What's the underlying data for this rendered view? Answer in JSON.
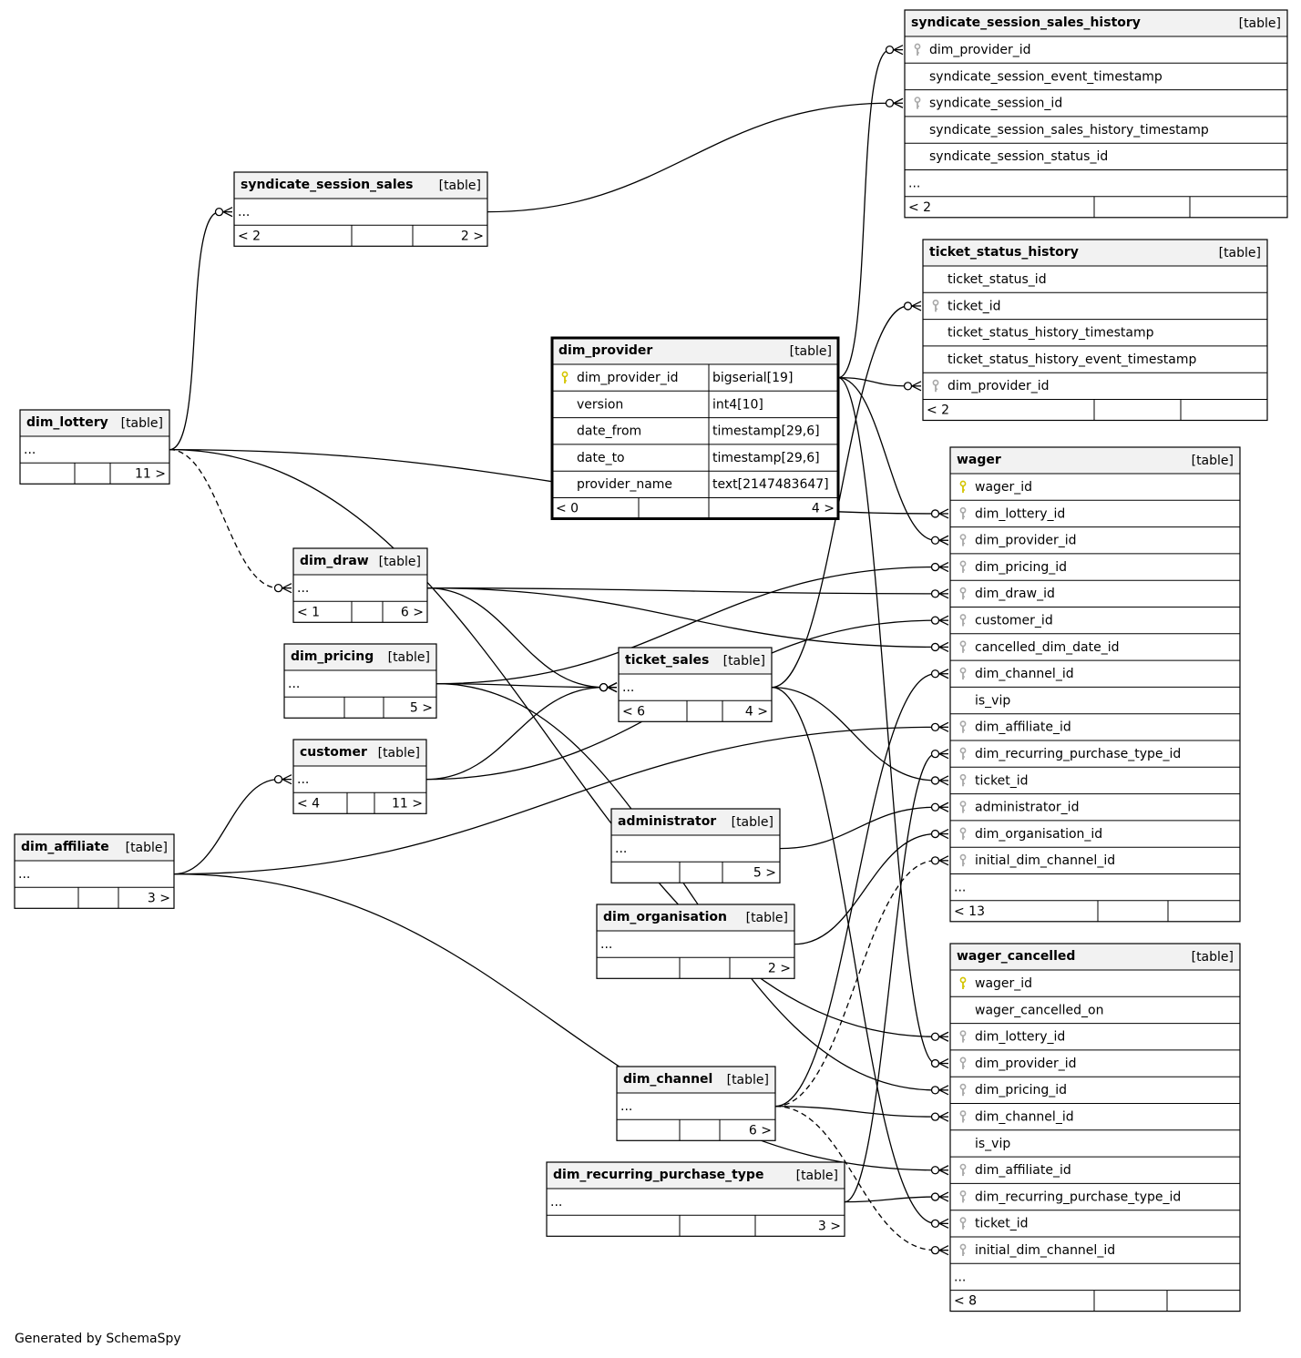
{
  "footer": "Generated by SchemaSpy",
  "icons": {
    "pk": "yellow-key-icon",
    "fk": "gray-key-icon",
    "crow": "crows-foot-icon"
  },
  "tables": [
    {
      "id": "syndicate_session_sales_history",
      "name": "syndicate_session_sales_history",
      "tag": "[table]",
      "rows": [
        {
          "n": "dim_provider_id",
          "k": "fk"
        },
        {
          "n": "syndicate_session_event_timestamp"
        },
        {
          "n": "syndicate_session_id",
          "k": "fk"
        },
        {
          "n": "syndicate_session_sales_history_timestamp"
        },
        {
          "n": "syndicate_session_status_id"
        },
        {
          "n": "..."
        }
      ],
      "footer": [
        "< 2",
        "",
        ""
      ]
    },
    {
      "id": "syndicate_session_sales",
      "name": "syndicate_session_sales",
      "tag": "[table]",
      "rows": [
        {
          "n": "..."
        }
      ],
      "footer": [
        "< 2",
        "",
        "2 >"
      ]
    },
    {
      "id": "ticket_status_history",
      "name": "ticket_status_history",
      "tag": "[table]",
      "rows": [
        {
          "n": "ticket_status_id"
        },
        {
          "n": "ticket_id",
          "k": "fk"
        },
        {
          "n": "ticket_status_history_timestamp"
        },
        {
          "n": "ticket_status_history_event_timestamp"
        },
        {
          "n": "dim_provider_id",
          "k": "fk"
        }
      ],
      "footer": [
        "< 2",
        "",
        ""
      ]
    },
    {
      "id": "dim_provider",
      "name": "dim_provider",
      "tag": "[table]",
      "bold": true,
      "rows": [
        {
          "n": "dim_provider_id",
          "k": "pk",
          "t": "bigserial[19]"
        },
        {
          "n": "version",
          "t": "int4[10]"
        },
        {
          "n": "date_from",
          "t": "timestamp[29,6]"
        },
        {
          "n": "date_to",
          "t": "timestamp[29,6]"
        },
        {
          "n": "provider_name",
          "t": "text[2147483647]"
        }
      ],
      "footer": [
        "< 0",
        "",
        "4 >"
      ]
    },
    {
      "id": "dim_lottery",
      "name": "dim_lottery",
      "tag": "[table]",
      "rows": [
        {
          "n": "..."
        }
      ],
      "footer": [
        "",
        "",
        "11 >"
      ]
    },
    {
      "id": "dim_draw",
      "name": "dim_draw",
      "tag": "[table]",
      "rows": [
        {
          "n": "..."
        }
      ],
      "footer": [
        "< 1",
        "",
        "6 >"
      ]
    },
    {
      "id": "dim_pricing",
      "name": "dim_pricing",
      "tag": "[table]",
      "rows": [
        {
          "n": "..."
        }
      ],
      "footer": [
        "",
        "",
        "5 >"
      ]
    },
    {
      "id": "customer",
      "name": "customer",
      "tag": "[table]",
      "rows": [
        {
          "n": "..."
        }
      ],
      "footer": [
        "< 4",
        "",
        "11 >"
      ]
    },
    {
      "id": "dim_affiliate",
      "name": "dim_affiliate",
      "tag": "[table]",
      "rows": [
        {
          "n": "..."
        }
      ],
      "footer": [
        "",
        "",
        "3 >"
      ]
    },
    {
      "id": "ticket_sales",
      "name": "ticket_sales",
      "tag": "[table]",
      "rows": [
        {
          "n": "..."
        }
      ],
      "footer": [
        "< 6",
        "",
        "4 >"
      ]
    },
    {
      "id": "administrator",
      "name": "administrator",
      "tag": "[table]",
      "rows": [
        {
          "n": "..."
        }
      ],
      "footer": [
        "",
        "",
        "5 >"
      ]
    },
    {
      "id": "dim_organisation",
      "name": "dim_organisation",
      "tag": "[table]",
      "rows": [
        {
          "n": "..."
        }
      ],
      "footer": [
        "",
        "",
        "2 >"
      ]
    },
    {
      "id": "dim_channel",
      "name": "dim_channel",
      "tag": "[table]",
      "rows": [
        {
          "n": "..."
        }
      ],
      "footer": [
        "",
        "",
        "6 >"
      ]
    },
    {
      "id": "dim_recurring_purchase_type",
      "name": "dim_recurring_purchase_type",
      "tag": "[table]",
      "rows": [
        {
          "n": "..."
        }
      ],
      "footer": [
        "",
        "",
        "3 >"
      ]
    },
    {
      "id": "wager",
      "name": "wager",
      "tag": "[table]",
      "rows": [
        {
          "n": "wager_id",
          "k": "pk"
        },
        {
          "n": "dim_lottery_id",
          "k": "fk"
        },
        {
          "n": "dim_provider_id",
          "k": "fk"
        },
        {
          "n": "dim_pricing_id",
          "k": "fk"
        },
        {
          "n": "dim_draw_id",
          "k": "fk"
        },
        {
          "n": "customer_id",
          "k": "fk"
        },
        {
          "n": "cancelled_dim_date_id",
          "k": "fk"
        },
        {
          "n": "dim_channel_id",
          "k": "fk"
        },
        {
          "n": "is_vip"
        },
        {
          "n": "dim_affiliate_id",
          "k": "fk"
        },
        {
          "n": "dim_recurring_purchase_type_id",
          "k": "fk"
        },
        {
          "n": "ticket_id",
          "k": "fk"
        },
        {
          "n": "administrator_id",
          "k": "fk"
        },
        {
          "n": "dim_organisation_id",
          "k": "fk"
        },
        {
          "n": "initial_dim_channel_id",
          "k": "fk"
        },
        {
          "n": "..."
        }
      ],
      "footer": [
        "< 13",
        "",
        ""
      ]
    },
    {
      "id": "wager_cancelled",
      "name": "wager_cancelled",
      "tag": "[table]",
      "rows": [
        {
          "n": "wager_id",
          "k": "pk"
        },
        {
          "n": "wager_cancelled_on"
        },
        {
          "n": "dim_lottery_id",
          "k": "fk"
        },
        {
          "n": "dim_provider_id",
          "k": "fk"
        },
        {
          "n": "dim_pricing_id",
          "k": "fk"
        },
        {
          "n": "dim_channel_id",
          "k": "fk"
        },
        {
          "n": "is_vip"
        },
        {
          "n": "dim_affiliate_id",
          "k": "fk"
        },
        {
          "n": "dim_recurring_purchase_type_id",
          "k": "fk"
        },
        {
          "n": "ticket_id",
          "k": "fk"
        },
        {
          "n": "initial_dim_channel_id",
          "k": "fk"
        },
        {
          "n": "..."
        }
      ],
      "footer": [
        "< 8",
        "",
        ""
      ]
    }
  ],
  "relationships": [
    {
      "from": "dim_provider",
      "to": "syndicate_session_sales_history",
      "col": "dim_provider_id"
    },
    {
      "from": "syndicate_session_sales",
      "to": "syndicate_session_sales_history",
      "col": "syndicate_session_id"
    },
    {
      "from": "dim_lottery",
      "to": "syndicate_session_sales"
    },
    {
      "from": "ticket_sales",
      "to": "ticket_status_history",
      "col": "ticket_id"
    },
    {
      "from": "dim_provider",
      "to": "ticket_status_history",
      "col": "dim_provider_id"
    },
    {
      "from": "dim_lottery",
      "to": "dim_draw",
      "dashed": true
    },
    {
      "from": "dim_draw",
      "to": "ticket_sales"
    },
    {
      "from": "dim_pricing",
      "to": "ticket_sales"
    },
    {
      "from": "customer",
      "to": "ticket_sales"
    },
    {
      "from": "dim_affiliate",
      "to": "customer"
    },
    {
      "from": "dim_lottery",
      "to": "wager",
      "col": "dim_lottery_id"
    },
    {
      "from": "dim_provider",
      "to": "wager",
      "col": "dim_provider_id"
    },
    {
      "from": "dim_pricing",
      "to": "wager",
      "col": "dim_pricing_id"
    },
    {
      "from": "dim_draw",
      "to": "wager",
      "col": "dim_draw_id"
    },
    {
      "from": "customer",
      "to": "wager",
      "col": "customer_id"
    },
    {
      "from": "dim_draw",
      "to": "wager",
      "col": "cancelled_dim_date_id"
    },
    {
      "from": "dim_channel",
      "to": "wager",
      "col": "dim_channel_id"
    },
    {
      "from": "dim_affiliate",
      "to": "wager",
      "col": "dim_affiliate_id"
    },
    {
      "from": "dim_recurring_purchase_type",
      "to": "wager",
      "col": "dim_recurring_purchase_type_id"
    },
    {
      "from": "ticket_sales",
      "to": "wager",
      "col": "ticket_id"
    },
    {
      "from": "administrator",
      "to": "wager",
      "col": "administrator_id"
    },
    {
      "from": "dim_organisation",
      "to": "wager",
      "col": "dim_organisation_id"
    },
    {
      "from": "dim_channel",
      "to": "wager",
      "col": "initial_dim_channel_id",
      "dashed": true
    },
    {
      "from": "dim_lottery",
      "to": "wager_cancelled",
      "col": "dim_lottery_id"
    },
    {
      "from": "dim_provider",
      "to": "wager_cancelled",
      "col": "dim_provider_id"
    },
    {
      "from": "dim_pricing",
      "to": "wager_cancelled",
      "col": "dim_pricing_id"
    },
    {
      "from": "dim_channel",
      "to": "wager_cancelled",
      "col": "dim_channel_id"
    },
    {
      "from": "dim_affiliate",
      "to": "wager_cancelled",
      "col": "dim_affiliate_id"
    },
    {
      "from": "dim_recurring_purchase_type",
      "to": "wager_cancelled",
      "col": "dim_recurring_purchase_type_id"
    },
    {
      "from": "ticket_sales",
      "to": "wager_cancelled",
      "col": "ticket_id"
    },
    {
      "from": "dim_channel",
      "to": "wager_cancelled",
      "col": "initial_dim_channel_id",
      "dashed": true
    }
  ]
}
